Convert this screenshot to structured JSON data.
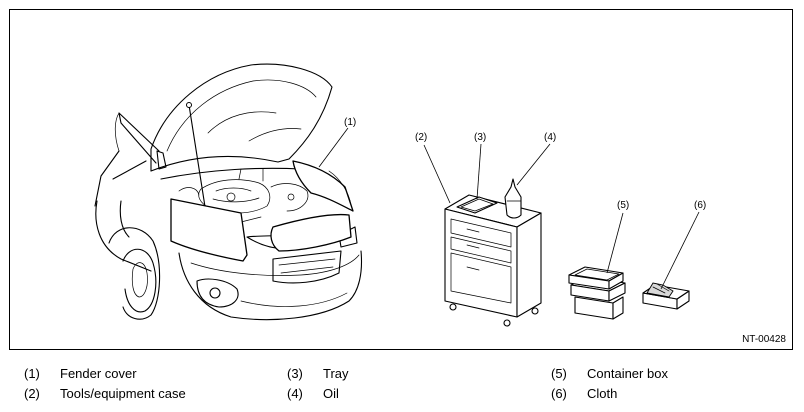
{
  "figure": {
    "figure_id": "NT-00428",
    "callouts": [
      "(1)",
      "(2)",
      "(3)",
      "(4)",
      "(5)",
      "(6)"
    ]
  },
  "legend": [
    {
      "number": "(1)",
      "label": "Fender cover"
    },
    {
      "number": "(2)",
      "label": "Tools/equipment case"
    },
    {
      "number": "(3)",
      "label": "Tray"
    },
    {
      "number": "(4)",
      "label": "Oil"
    },
    {
      "number": "(5)",
      "label": "Container box"
    },
    {
      "number": "(6)",
      "label": "Cloth"
    }
  ]
}
